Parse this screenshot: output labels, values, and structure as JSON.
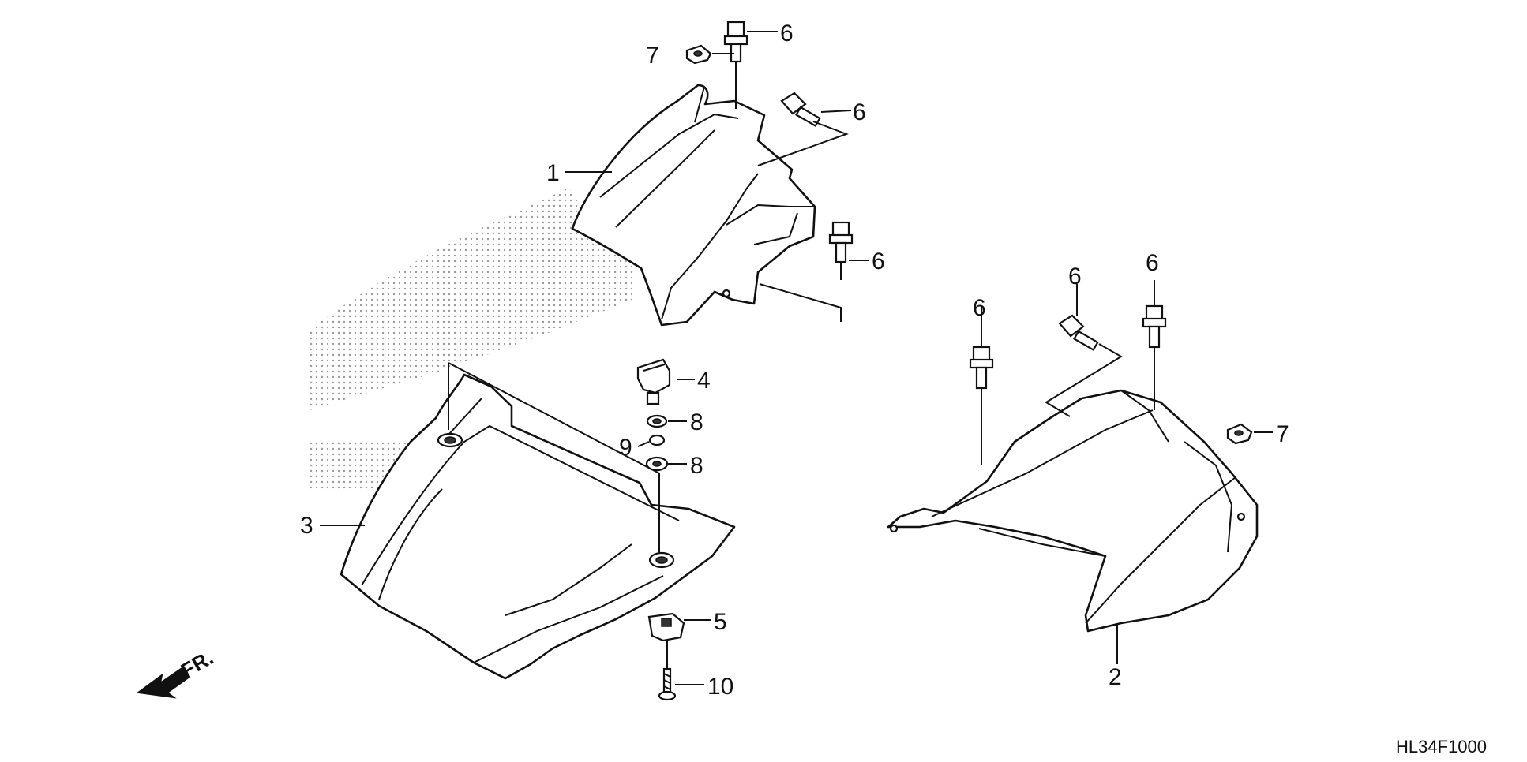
{
  "diagram": {
    "code": "HL34F1000",
    "front_marker": "FR.",
    "callouts": [
      "1",
      "2",
      "3",
      "4",
      "5",
      "6",
      "6",
      "6",
      "6",
      "6",
      "6",
      "7",
      "7",
      "8",
      "8",
      "9",
      "10"
    ]
  },
  "colors": {
    "line": "#111111",
    "dots": "#9a9a9a",
    "background": "#ffffff"
  }
}
